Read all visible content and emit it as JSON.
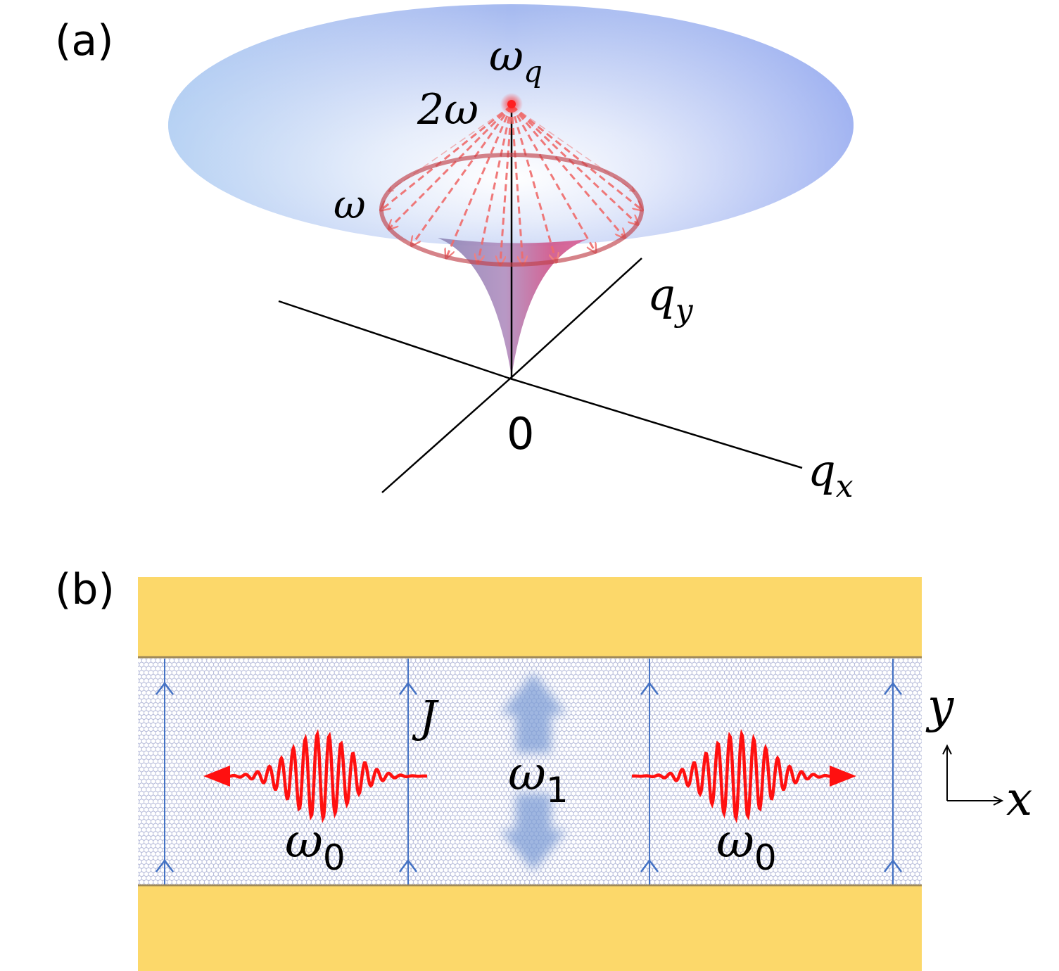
{
  "panel_a": {
    "label": "(a)",
    "omega_q": {
      "base": "ω",
      "sub": "q"
    },
    "two_omega": "2ω",
    "omega": "ω",
    "qy": {
      "base": "q",
      "sub": "y"
    },
    "qx": {
      "base": "q",
      "sub": "x"
    },
    "origin": "0"
  },
  "panel_b": {
    "label": "(b)",
    "J": "J",
    "omega1": {
      "base": "ω",
      "sub": "1"
    },
    "omega0_left": {
      "base": "ω",
      "sub": "0"
    },
    "omega0_right": {
      "base": "ω",
      "sub": "0"
    },
    "y_axis": "y",
    "x_axis": "x"
  },
  "colors": {
    "gold": "#fcd86a",
    "ellipse_blue": "#9fb4f2",
    "cone_pink": "#d05a8a",
    "red": "#ff0000",
    "current_blue": "#4472c4",
    "lattice": "#6670b0"
  }
}
